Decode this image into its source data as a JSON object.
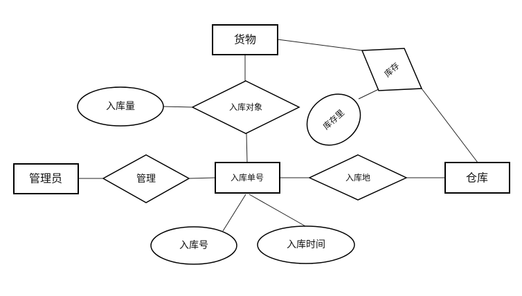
{
  "entities": {
    "goods": "货物",
    "manager": "管理员",
    "inbound_order_no": "入库单号",
    "warehouse": "仓库"
  },
  "relationships": {
    "inventory": "库存",
    "inbound_object": "入库对象",
    "manage": "管理",
    "inbound_location": "入库地"
  },
  "attributes": {
    "inbound_quantity": "入库量",
    "stock_quantity": "库存里",
    "inbound_number": "入库号",
    "inbound_time": "入库时间"
  }
}
